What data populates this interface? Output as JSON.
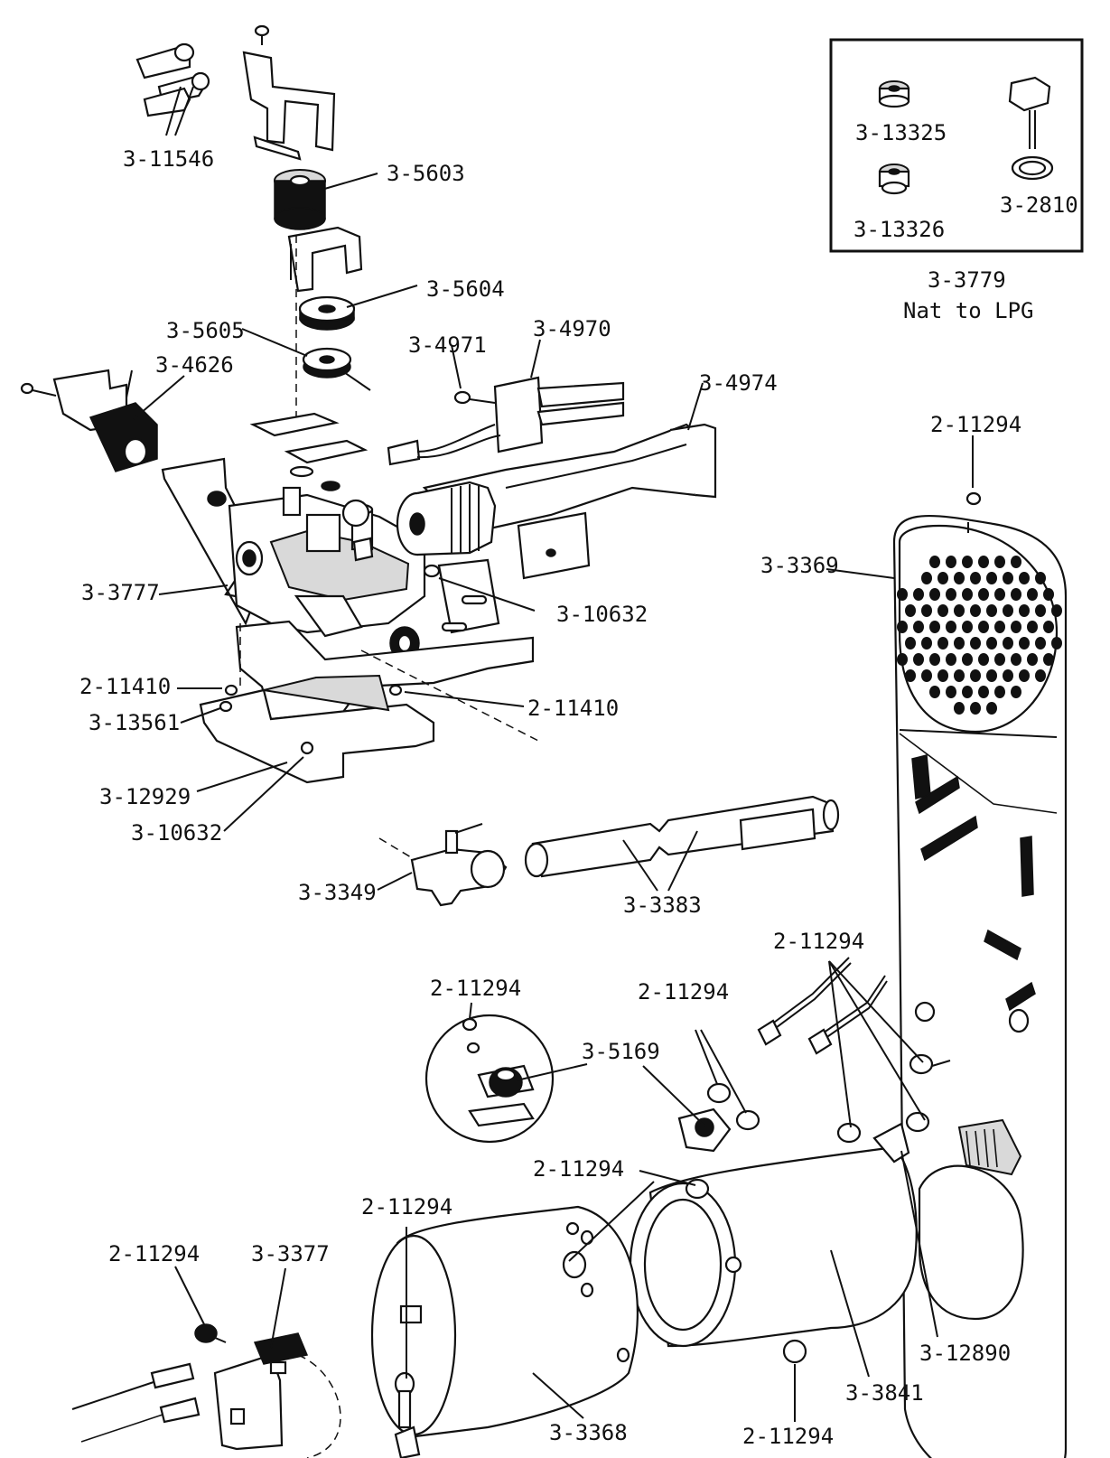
{
  "inset": {
    "parts": [
      "3-13325",
      "3-13326",
      "3-2810"
    ],
    "kit_number": "3-3779",
    "kit_description": "Nat to LPG"
  },
  "labels": {
    "p_3_11546": "3-11546",
    "p_3_5603": "3-5603",
    "p_3_5604": "3-5604",
    "p_3_5605": "3-5605",
    "p_3_4626": "3-4626",
    "p_3_4971": "3-4971",
    "p_3_4970": "3-4970",
    "p_3_4974": "3-4974",
    "p_2_11294_top": "2-11294",
    "p_3_3369": "3-3369",
    "p_3_3777": "3-3777",
    "p_3_10632_a": "3-10632",
    "p_2_11410_a": "2-11410",
    "p_3_13561": "3-13561",
    "p_2_11410_b": "2-11410",
    "p_3_12929": "3-12929",
    "p_3_10632_b": "3-10632",
    "p_3_3349": "3-3349",
    "p_3_3383": "3-3383",
    "p_2_11294_c": "2-11294",
    "p_2_11294_d": "2-11294",
    "p_3_5169": "3-5169",
    "p_2_11294_e": "2-11294",
    "p_2_11294_f": "2-11294",
    "p_2_11294_g": "2-11294",
    "p_2_11294_h": "2-11294",
    "p_3_3377": "3-3377",
    "p_3_3368": "3-3368",
    "p_2_11294_i": "2-11294",
    "p_3_3841": "3-3841",
    "p_3_12890": "3-12890"
  }
}
